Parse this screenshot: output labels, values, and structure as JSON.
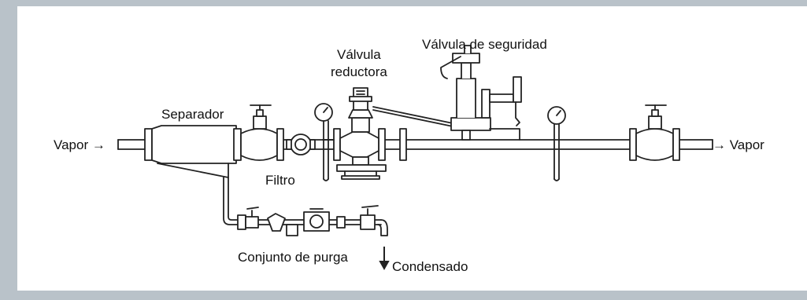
{
  "labels": {
    "vapor_in": "Vapor",
    "vapor_out": "Vapor",
    "separador": "Separador",
    "filtro": "Filtro",
    "valvula_reductora_line1": "Válvula",
    "valvula_reductora_line2": "reductora",
    "valvula_seguridad": "Válvula de seguridad",
    "conjunto_purga": "Conjunto de purga",
    "condensado": "Condensado"
  },
  "colors": {
    "frame": "#b9c2c9",
    "line": "#222222",
    "background": "#ffffff"
  }
}
